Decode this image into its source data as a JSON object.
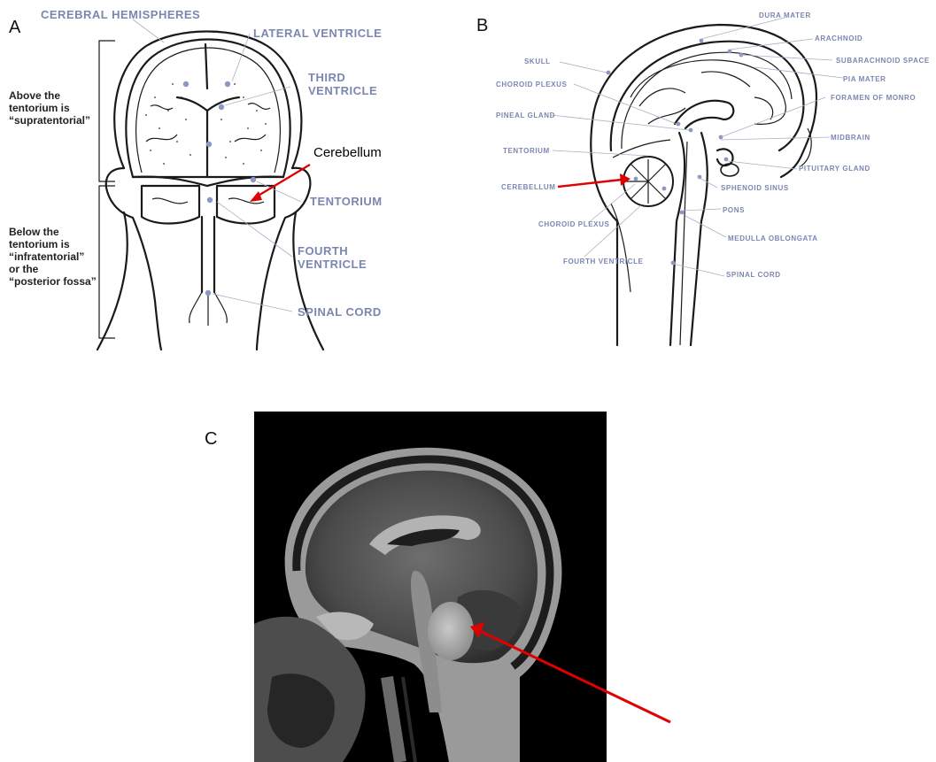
{
  "panels": {
    "a": {
      "letter": "A",
      "labels": {
        "cerebral_hemispheres": "CEREBRAL HEMISPHERES",
        "lateral_ventricle": "LATERAL VENTRICLE",
        "third_ventricle_1": "THIRD",
        "third_ventricle_2": "VENTRICLE",
        "tentorium": "TENTORIUM",
        "fourth_ventricle_1": "FOURTH",
        "fourth_ventricle_2": "VENTRICLE",
        "spinal_cord": "SPINAL CORD"
      },
      "side_notes": {
        "above": [
          "Above the",
          "tentorium is",
          "“supratentorial”"
        ],
        "below": [
          "Below the",
          "tentorium is",
          "“infratentorial”",
          "or the",
          "“posterior fossa”"
        ]
      },
      "annotation": "Cerebellum"
    },
    "b": {
      "letter": "B",
      "labels": {
        "dura_mater": "DURA MATER",
        "arachnoid": "ARACHNOID",
        "subarachnoid_space": "SUBARACHNOID SPACE",
        "pia_mater": "PIA MATER",
        "foramen_of_monro": "FORAMEN OF MONRO",
        "midbrain": "MIDBRAIN",
        "pituitary_gland": "PITUITARY GLAND",
        "sphenoid_sinus": "SPHENOID SINUS",
        "pons": "PONS",
        "medulla_oblongata": "MEDULLA OBLONGATA",
        "spinal_cord": "SPINAL CORD",
        "skull": "SKULL",
        "choroid_plexus_top": "CHOROID PLEXUS",
        "pineal_gland": "PINEAL GLAND",
        "tentorium": "TENTORIUM",
        "cerebellum": "CEREBELLUM",
        "choroid_plexus_bottom": "CHOROID PLEXUS",
        "fourth_ventricle": "FOURTH VENTRICLE"
      }
    },
    "c": {
      "letter": "C"
    }
  },
  "colors": {
    "label_blue": "#7b86b1",
    "arrow_red": "#e00000",
    "mri_background": "#000000"
  }
}
